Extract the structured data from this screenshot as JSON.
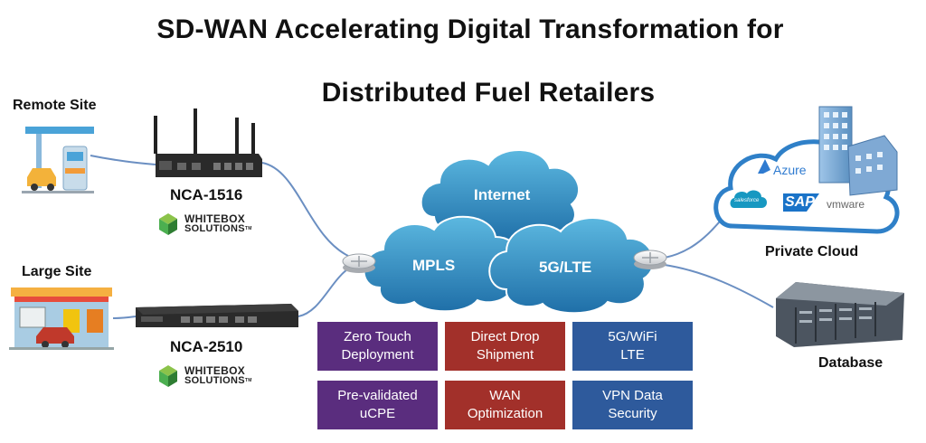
{
  "title": {
    "line1": "SD-WAN Accelerating Digital Transformation for",
    "line2": "Distributed Fuel Retailers"
  },
  "sites": {
    "remote": "Remote Site",
    "large": "Large Site"
  },
  "devices": {
    "top": "NCA-1516",
    "bottom": "NCA-2510"
  },
  "brand": {
    "line1": "WHITEBOX",
    "line2": "SOLUTIONS",
    "tm": "TM"
  },
  "clouds": {
    "internet": "Internet",
    "mpls": "MPLS",
    "lte": "5G/LTE"
  },
  "private_cloud": {
    "label": "Private Cloud",
    "azure": "Azure",
    "salesforce": "salesforce",
    "sap": "SAP",
    "vmware": "vmware"
  },
  "database": "Database",
  "features": [
    {
      "line1": "Zero Touch",
      "line2": "Deployment",
      "color": "#5a2d7e"
    },
    {
      "line1": "Direct Drop",
      "line2": "Shipment",
      "color": "#a2302a"
    },
    {
      "line1": "5G/WiFi",
      "line2": "LTE",
      "color": "#2e5a9c"
    },
    {
      "line1": "Pre-validated",
      "line2": "uCPE",
      "color": "#5a2d7e"
    },
    {
      "line1": "WAN",
      "line2": "Optimization",
      "color": "#a2302a"
    },
    {
      "line1": "VPN Data",
      "line2": "Security",
      "color": "#2e5a9c"
    }
  ]
}
